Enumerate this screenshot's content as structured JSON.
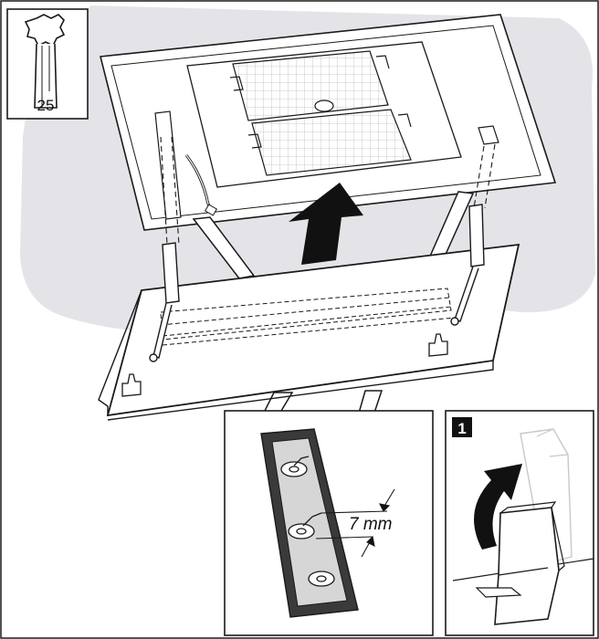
{
  "tool": {
    "size_label": "25",
    "icon": "torx-screwdriver-icon"
  },
  "detail_screw": {
    "dimension_label": "7 mm"
  },
  "detail_step": {
    "step_number": "1"
  },
  "colors": {
    "background_blob": "#e4e4e8",
    "line": "#1a1a1a",
    "filter_grid": "#bdbdbd",
    "bracket_dark": "#3a3a3a",
    "ghost_part": "#c8c8c8",
    "badge": "#111111"
  }
}
